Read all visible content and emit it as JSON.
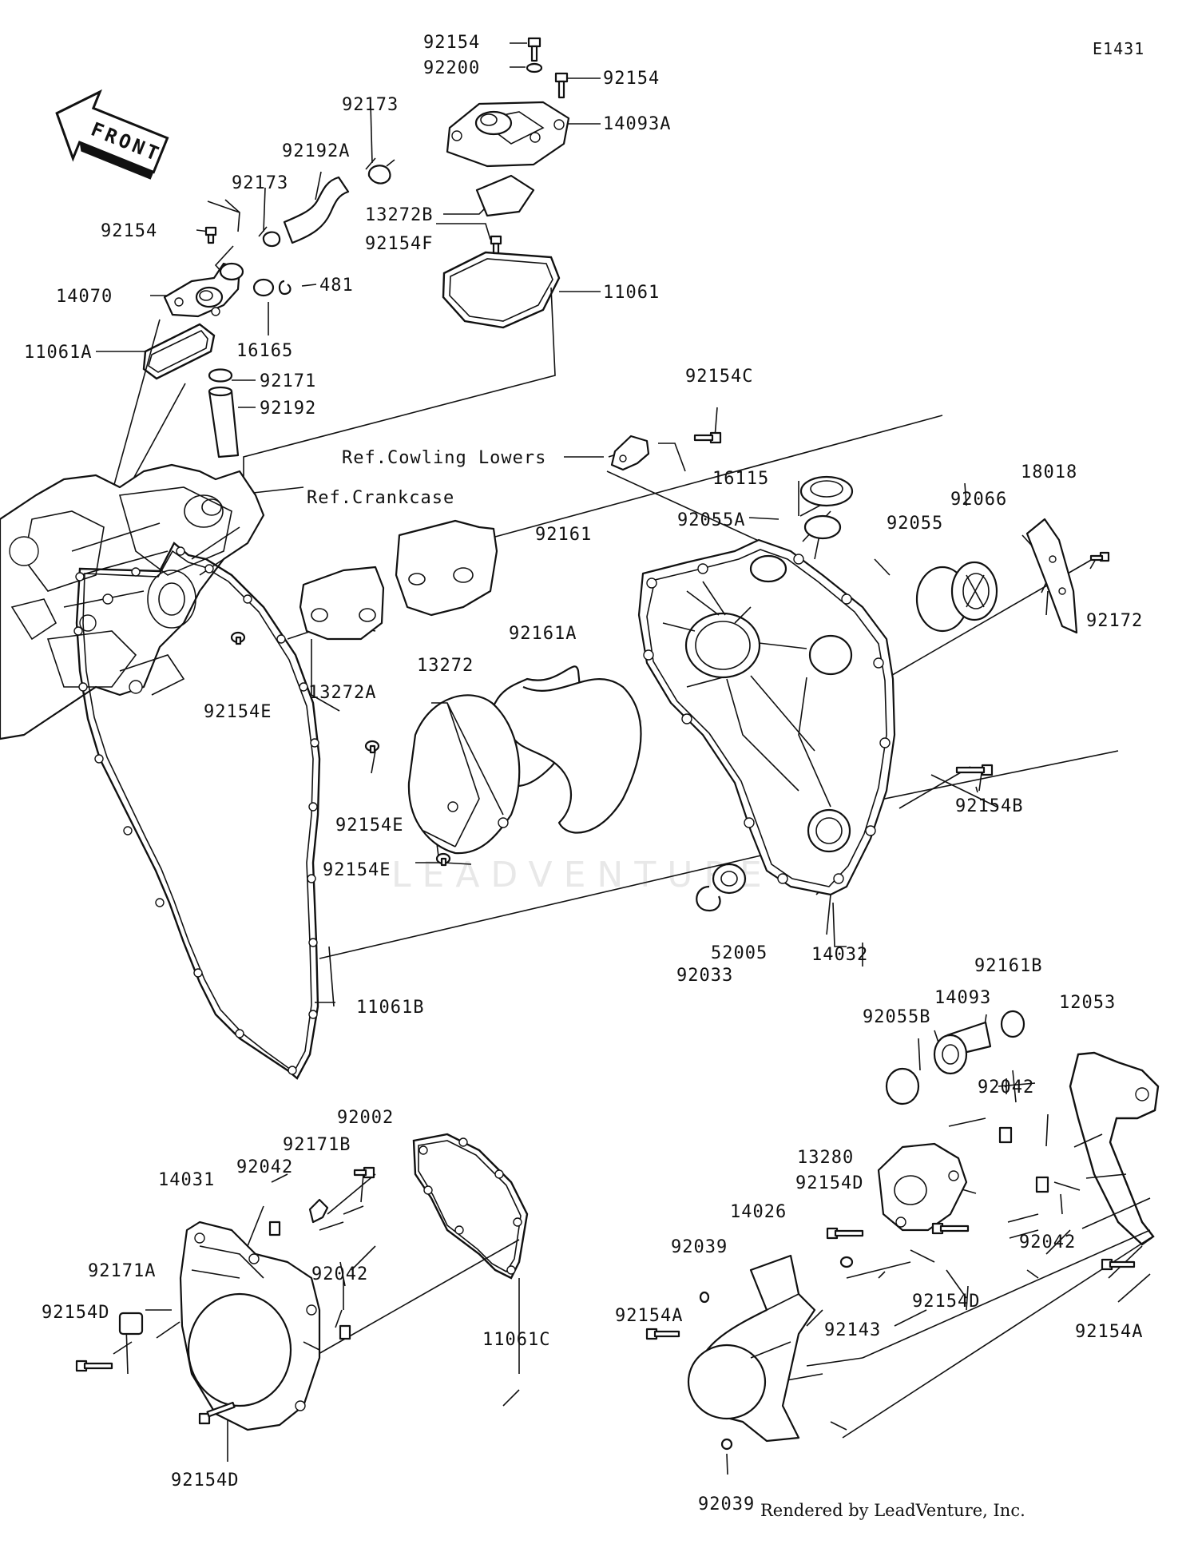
{
  "diagram_code": "E1431",
  "front_label": "FRONT",
  "watermark": "LEADVENTURE",
  "credit": "Rendered by LeadVenture, Inc.",
  "callouts": [
    {
      "id": "92154-top",
      "text": "92154"
    },
    {
      "id": "92200",
      "text": "92200"
    },
    {
      "id": "92154-right",
      "text": "92154"
    },
    {
      "id": "14093A",
      "text": "14093A"
    },
    {
      "id": "92173-a",
      "text": "92173"
    },
    {
      "id": "92192A",
      "text": "92192A"
    },
    {
      "id": "92173-b",
      "text": "92173"
    },
    {
      "id": "13272B",
      "text": "13272B"
    },
    {
      "id": "92154-left",
      "text": "92154"
    },
    {
      "id": "92154F",
      "text": "92154F"
    },
    {
      "id": "14070",
      "text": "14070"
    },
    {
      "id": "481",
      "text": "481"
    },
    {
      "id": "11061",
      "text": "11061"
    },
    {
      "id": "11061A",
      "text": "11061A"
    },
    {
      "id": "16165",
      "text": "16165"
    },
    {
      "id": "92171",
      "text": "92171"
    },
    {
      "id": "92192",
      "text": "92192"
    },
    {
      "id": "92154C",
      "text": "92154C"
    },
    {
      "id": "ref-cowling",
      "text": "Ref.Cowling Lowers"
    },
    {
      "id": "16115",
      "text": "16115"
    },
    {
      "id": "ref-crankcase",
      "text": "Ref.Crankcase"
    },
    {
      "id": "18018",
      "text": "18018"
    },
    {
      "id": "92055A",
      "text": "92055A"
    },
    {
      "id": "92055",
      "text": "92055"
    },
    {
      "id": "92066",
      "text": "92066"
    },
    {
      "id": "92161",
      "text": "92161"
    },
    {
      "id": "92172",
      "text": "92172"
    },
    {
      "id": "92161A",
      "text": "92161A"
    },
    {
      "id": "13272",
      "text": "13272"
    },
    {
      "id": "92154E-a",
      "text": "92154E"
    },
    {
      "id": "13272A",
      "text": "13272A"
    },
    {
      "id": "92154B",
      "text": "92154B"
    },
    {
      "id": "92154E-b",
      "text": "92154E"
    },
    {
      "id": "92154E-c",
      "text": "92154E"
    },
    {
      "id": "52005",
      "text": "52005"
    },
    {
      "id": "14032",
      "text": "14032"
    },
    {
      "id": "92033",
      "text": "92033"
    },
    {
      "id": "92161B",
      "text": "92161B"
    },
    {
      "id": "11061B",
      "text": "11061B"
    },
    {
      "id": "14093",
      "text": "14093"
    },
    {
      "id": "12053",
      "text": "12053"
    },
    {
      "id": "92055B",
      "text": "92055B"
    },
    {
      "id": "92042-r1",
      "text": "92042"
    },
    {
      "id": "92002",
      "text": "92002"
    },
    {
      "id": "92171B",
      "text": "92171B"
    },
    {
      "id": "13280",
      "text": "13280"
    },
    {
      "id": "92042-l1",
      "text": "92042"
    },
    {
      "id": "14031",
      "text": "14031"
    },
    {
      "id": "92154D-r1",
      "text": "92154D"
    },
    {
      "id": "14026",
      "text": "14026"
    },
    {
      "id": "92042-r2",
      "text": "92042"
    },
    {
      "id": "92171A",
      "text": "92171A"
    },
    {
      "id": "92042-l2",
      "text": "92042"
    },
    {
      "id": "92039-a",
      "text": "92039"
    },
    {
      "id": "92154D-l1",
      "text": "92154D"
    },
    {
      "id": "92154A-l",
      "text": "92154A"
    },
    {
      "id": "92143",
      "text": "92143"
    },
    {
      "id": "92154D-r2",
      "text": "92154D"
    },
    {
      "id": "92154A-r",
      "text": "92154A"
    },
    {
      "id": "11061C",
      "text": "11061C"
    },
    {
      "id": "92154D-bottom",
      "text": "92154D"
    },
    {
      "id": "92039-b",
      "text": "92039"
    }
  ]
}
